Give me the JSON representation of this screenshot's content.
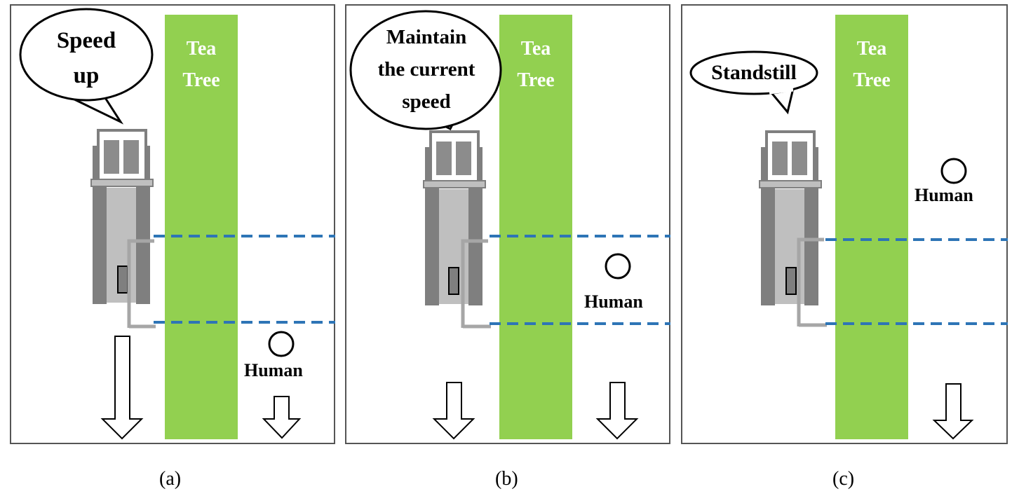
{
  "panels": [
    {
      "tree_label": "Tea\nTree",
      "bubble_text": "Speed\nup",
      "human_label": "Human",
      "caption": "(a)"
    },
    {
      "tree_label": "Tea\nTree",
      "bubble_text": "Maintain\nthe current\nspeed",
      "human_label": "Human",
      "caption": "(b)"
    },
    {
      "tree_label": "Tea\nTree",
      "bubble_text": "Standstill",
      "human_label": "Human",
      "caption": "(c)"
    }
  ],
  "colors": {
    "tree": "#92d050",
    "dashed_line": "#2e75b6",
    "frame": "#555555",
    "machine": "#7f7f7f"
  },
  "icons": {
    "machine": "tea-harvester-icon",
    "human": "human-circle-icon",
    "arrow": "down-arrow-icon"
  }
}
